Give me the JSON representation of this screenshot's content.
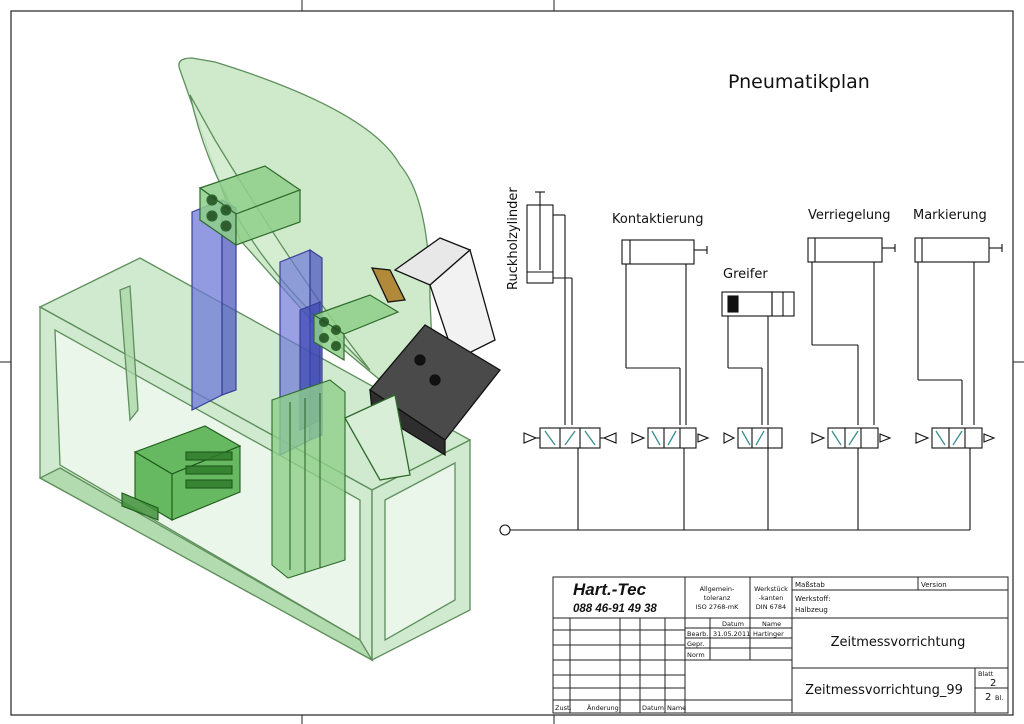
{
  "title": "Pneumatikplan",
  "cylinders": [
    {
      "label": "Ruckholzylinder"
    },
    {
      "label": "Kontaktierung"
    },
    {
      "label": "Greifer"
    },
    {
      "label": "Verriegelung"
    },
    {
      "label": "Markierung"
    }
  ],
  "title_block": {
    "company": "Hart.-Tec",
    "phone": "088 46-91 49 38",
    "tolerance_lines": [
      "Allgemein-",
      "toleranz",
      "ISO 2768-mK"
    ],
    "edges_lines": [
      "Werkstück",
      "-kanten",
      "DIN 6784"
    ],
    "scale_label": "Maßstab",
    "version_label": "Version",
    "material_label": "Werkstoff:",
    "semi_label": "Halbzeug",
    "col_datum": "Datum",
    "col_name": "Name",
    "row_bearb": "Bearb.",
    "row_gepr": "Gepr.",
    "row_norm": "Norm",
    "bearb_date": "31.05.2011",
    "bearb_name": "Hartinger",
    "drawing_title": "Zeitmessvorrichtung",
    "drawing_number": "Zeitmessvorrichtung_99",
    "sheet_label": "Blatt",
    "sheet_no": "2",
    "sheet_total": "2",
    "sheet_suffix": "Bl.",
    "footer_zust": "Zust.",
    "footer_aenderung": "Änderung",
    "footer_datum": "Datum",
    "footer_name": "Name"
  },
  "colors": {
    "frame_green": "#bfe3bd",
    "frame_green_edge": "#5e8f5c",
    "profile_blue": "#6e78d8",
    "valve_teal": "#3a8f8f",
    "gripper_dark": "#4a4a4a"
  }
}
